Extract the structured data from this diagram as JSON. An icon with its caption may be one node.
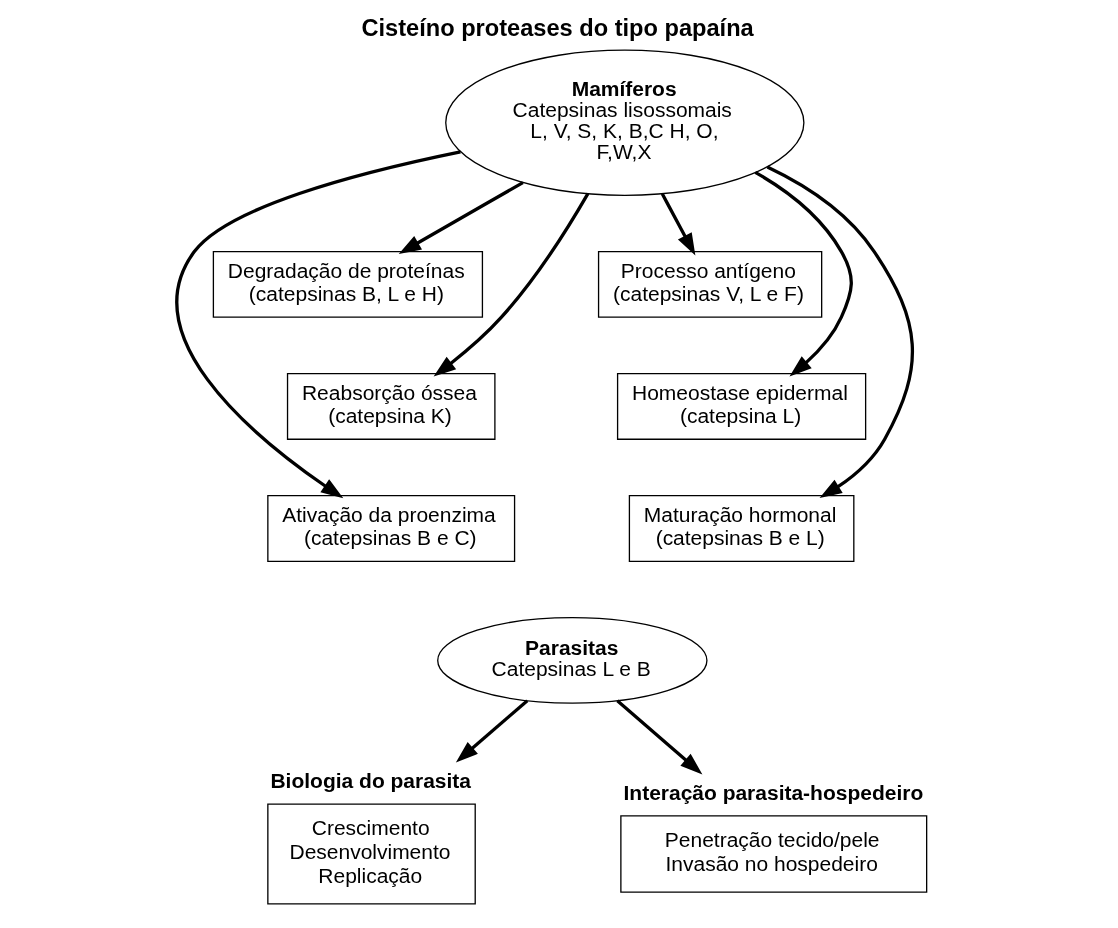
{
  "diagram": {
    "title": "Cisteíno proteases do tipo papaína",
    "nodes": [
      {
        "text": [
          "Mamíferos",
          "Catepsinas lisossomais L, V, S, K, B,C H, O, F,W,X"
        ]
      },
      {
        "text": [
          "Degradação de proteínas (catepsinas B, L e H)"
        ]
      },
      {
        "text": [
          "Processo antígeno (catepsinas V, L e F)"
        ]
      },
      {
        "text": [
          "Reabsorção óssea (catepsina K)"
        ]
      },
      {
        "text": [
          "Homeostase epidermal (catepsina L)"
        ]
      },
      {
        "text": [
          "Ativação da proenzima (catepsinas B e C)"
        ]
      },
      {
        "text": [
          "Maturação hormonal (catepsinas B e L)"
        ]
      },
      {
        "text": [
          "Biologia do parasita",
          "Crescimento Desenvolvimento Replicação"
        ]
      },
      {
        "text": [
          "Parasitas",
          "Catepsinas L e B"
        ]
      },
      {
        "text": [
          "Interação parasita-hospedeiro",
          "Penetração tecido/pele Invasão no hospedeiro"
        ]
      }
    ],
    "edges": [
      {
        "from": 0,
        "to": 1,
        "arrow": "to"
      },
      {
        "from": 0,
        "to": 2,
        "arrow": "to"
      },
      {
        "from": 0,
        "to": 3,
        "arrow": "to"
      },
      {
        "from": 0,
        "to": 4,
        "arrow": "to"
      },
      {
        "from": 0,
        "to": 5,
        "arrow": "to"
      },
      {
        "from": 0,
        "to": 6,
        "arrow": "to"
      },
      {
        "from": 8,
        "to": 7,
        "arrow": "to"
      },
      {
        "from": 8,
        "to": 9,
        "arrow": "to"
      }
    ]
  }
}
